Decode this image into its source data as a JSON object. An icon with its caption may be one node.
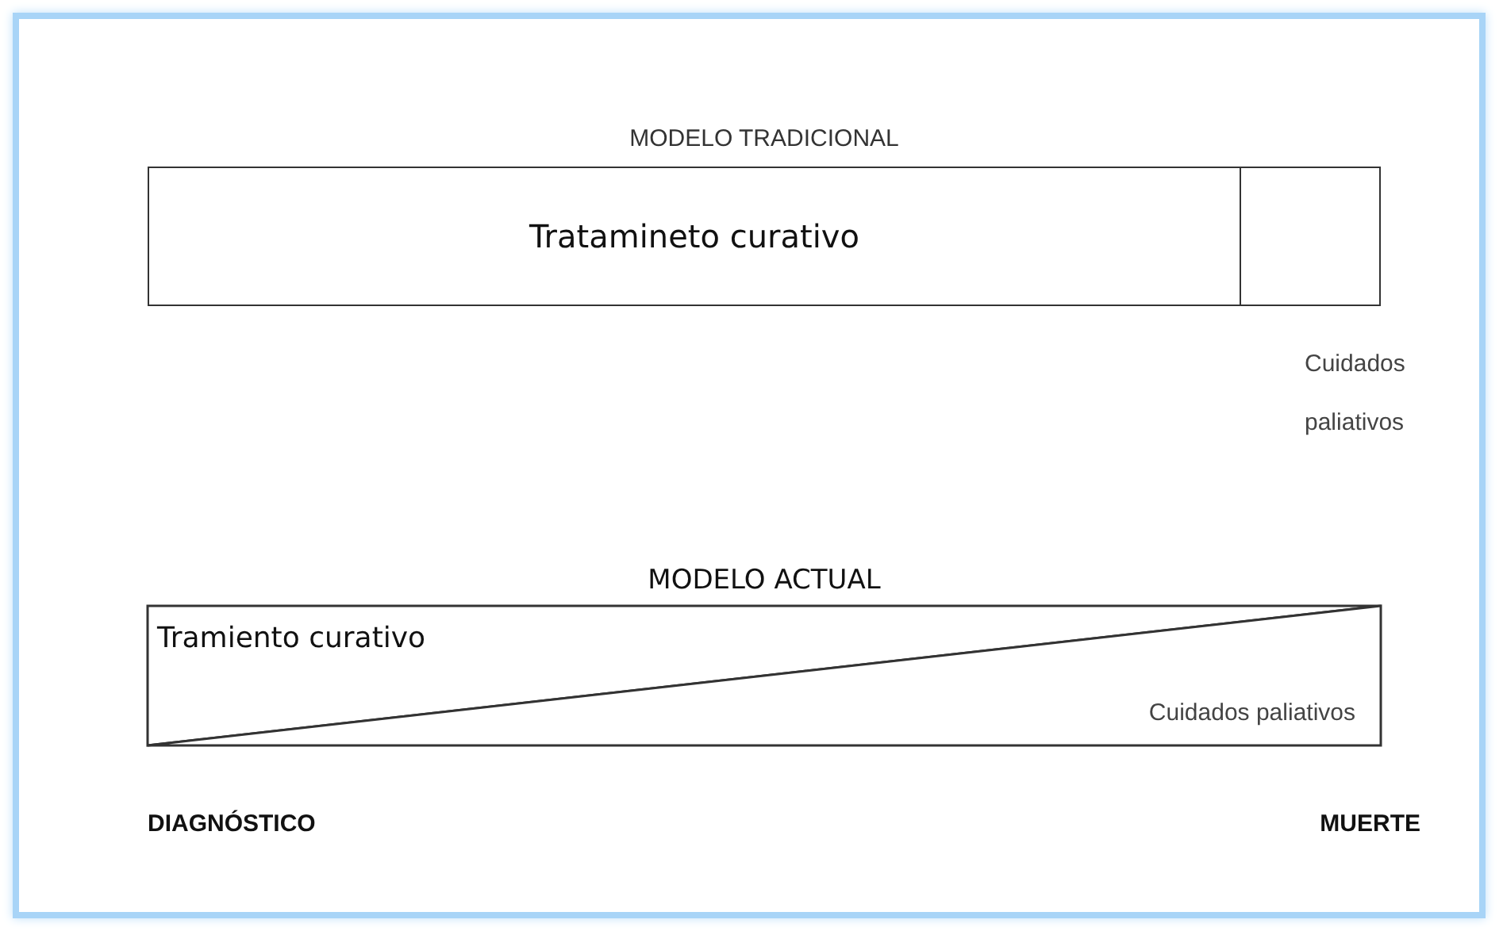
{
  "diagram": {
    "nodes": [
      {
        "text": [
          "MODELO TRADICIONAL"
        ]
      },
      {
        "text": [
          "Tratamineto curativo"
        ],
        "in": 0
      },
      {
        "text": [],
        "shape": "box",
        "in": 0,
        "beside": [
          "Cuidados paliativos"
        ]
      },
      {
        "text": [
          "MODELO ACTUAL"
        ]
      },
      {
        "text": [
          "Tramiento curativo"
        ],
        "in": 3
      },
      {
        "text": [
          "Cuidados paliativos"
        ],
        "in": 3
      }
    ],
    "labels": [
      "DIAGNÓSTICO",
      "MUERTE"
    ]
  }
}
